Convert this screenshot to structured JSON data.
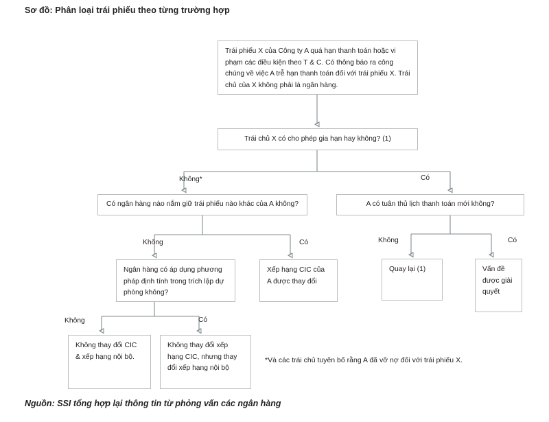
{
  "chart_data": {
    "type": "diagram",
    "title": "Sơ đồ: Phân loại trái phiếu theo từng trường hợp",
    "source": "Nguồn: SSI tổng hợp lại thông tin từ phỏng vấn các ngân hàng",
    "footnote": "*Và các trái chủ tuyên bố rằng A đã vỡ nợ đối với trái phiếu X.",
    "nodes": [
      {
        "id": "n1",
        "text": "Trái phiếu X của Công ty A quá hạn thanh toán hoặc vi phạm các điều kiện theo T & C. Có thông báo ra công chúng về việc A trễ hạn thanh toán đối với trái phiếu X. Trái chủ của X không phải là ngân hàng."
      },
      {
        "id": "n2",
        "text": "Trái chủ X có cho phép gia hạn hay không? (1)"
      },
      {
        "id": "n3",
        "text": "Có ngân hàng nào nắm giữ trái phiếu nào khác của A không?"
      },
      {
        "id": "n4",
        "text": "A có tuân thủ lịch thanh toán mới không?"
      },
      {
        "id": "n5",
        "text": "Ngân hàng có áp dụng phương pháp định tính trong trích lập dự phòng không?"
      },
      {
        "id": "n6",
        "text": "Xếp hạng CIC của A được thay đổi"
      },
      {
        "id": "n7",
        "text": "Quay lại (1)"
      },
      {
        "id": "n8",
        "text": "Vấn đề được giải quyết"
      },
      {
        "id": "n9",
        "text": "Không thay đổi CIC & xếp hạng nội bộ."
      },
      {
        "id": "n10",
        "text": "Không thay đổi xếp hạng CIC, nhưng thay đổi xếp hạng nội bộ"
      }
    ],
    "edge_labels": [
      {
        "id": "e1",
        "text": "Không*"
      },
      {
        "id": "e2",
        "text": "Có"
      },
      {
        "id": "e3",
        "text": "Không"
      },
      {
        "id": "e4",
        "text": "Có"
      },
      {
        "id": "e5",
        "text": "Không"
      },
      {
        "id": "e6",
        "text": "Có"
      },
      {
        "id": "e7",
        "text": "Không"
      },
      {
        "id": "e8",
        "text": "Có"
      }
    ],
    "colors": {
      "border": "#b9bcbe",
      "connector": "#808a8f",
      "text": "#231f20",
      "background": "#ffffff"
    }
  }
}
